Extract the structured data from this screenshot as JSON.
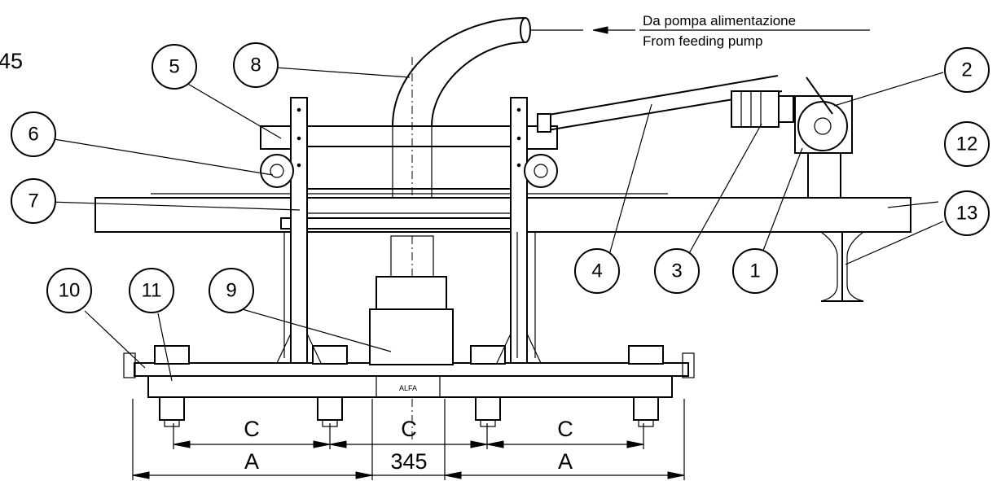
{
  "partial_label": "45",
  "feed_note": {
    "line1": "Da pompa alimentazione",
    "line2": "From feeding pump"
  },
  "balloons": [
    "1",
    "2",
    "3",
    "4",
    "5",
    "6",
    "7",
    "8",
    "9",
    "10",
    "11",
    "12",
    "13"
  ],
  "dimensions": {
    "c_left": "C",
    "c_center": "C",
    "c_right": "C",
    "a_left": "A",
    "center": "345",
    "a_right": "A"
  },
  "plate_marking": "ALFA"
}
